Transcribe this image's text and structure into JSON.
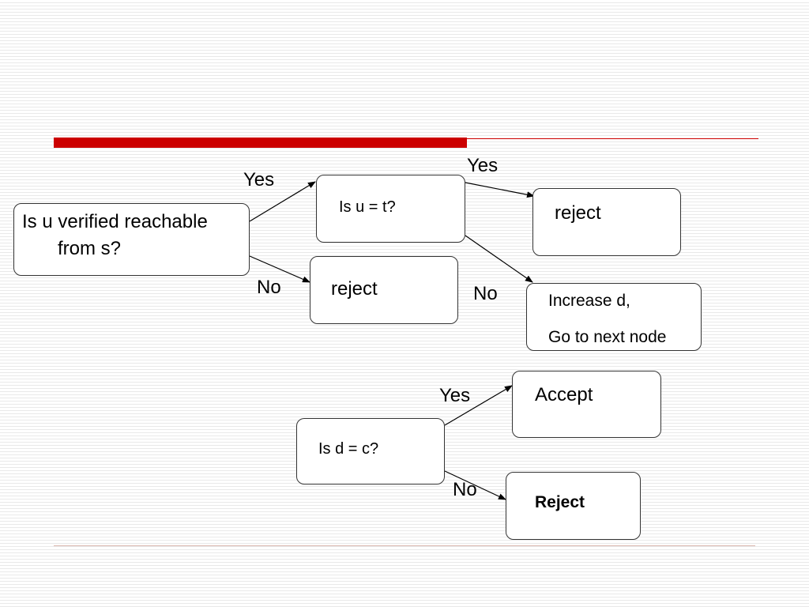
{
  "flowchart": {
    "nodes": {
      "reachable": "Is u verified reachable from s?",
      "reachable_line1": "Is u verified reachable",
      "reachable_line2": "from s?",
      "is_u_t": "Is u = t?",
      "reject_1": "reject",
      "reject_2": "reject",
      "increase_line1": "Increase d,",
      "increase_line2": "Go to next node",
      "is_d_c": "Is d = c?",
      "accept": "Accept",
      "reject_final": "Reject"
    },
    "edge_labels": {
      "reachable_yes": "Yes",
      "reachable_no": "No",
      "u_t_yes": "Yes",
      "u_t_no": "No",
      "d_c_yes": "Yes",
      "d_c_no": "No"
    }
  }
}
